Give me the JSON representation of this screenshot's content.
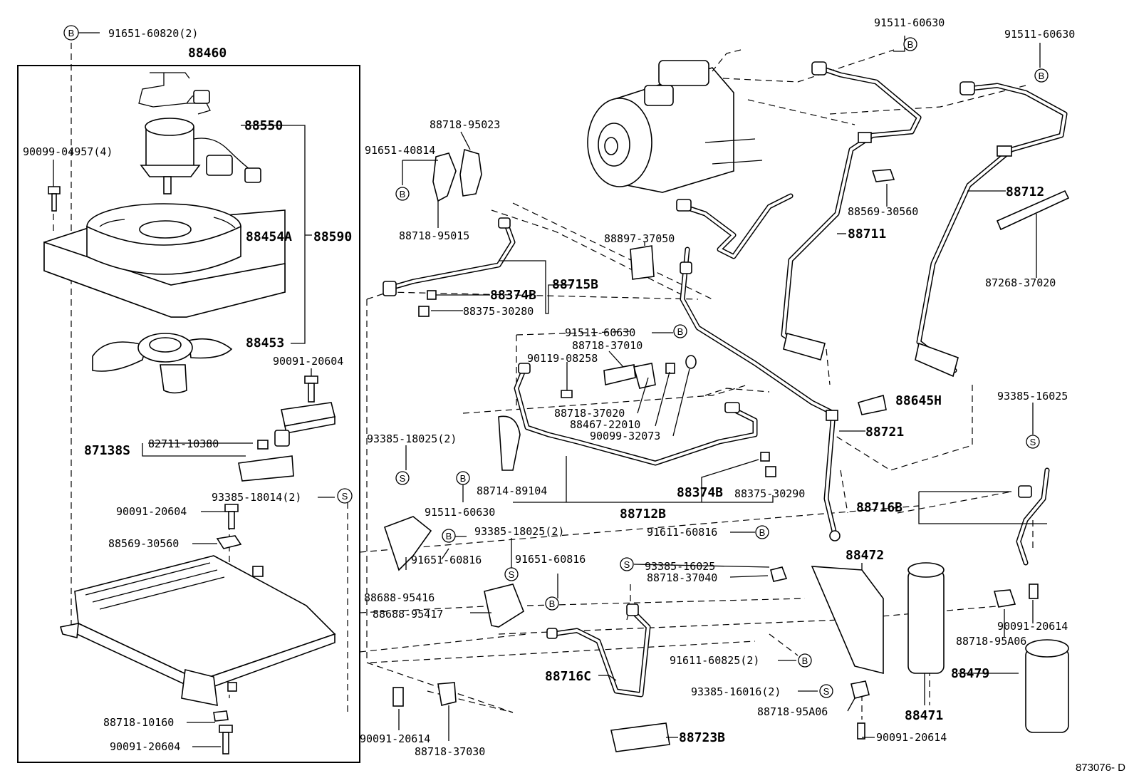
{
  "diagram_ref": "873076- D",
  "markers": {
    "bolt_B": "B",
    "screw_S": "S"
  },
  "labels": {
    "p91651_60820": "91651-60820(2)",
    "p88460": "88460",
    "p88550": "88550",
    "p90099_04957": "90099-04957(4)",
    "p88454A": "88454A",
    "p88590": "88590",
    "p88453": "88453",
    "p90091_20604_a": "90091-20604",
    "p87138S": "87138S",
    "p82711_10380": "82711-10380",
    "p93385_18014": "93385-18014(2)",
    "p90091_20604_b": "90091-20604",
    "p88569_30560_a": "88569-30560",
    "p88718_10160": "88718-10160",
    "p90091_20604_c": "90091-20604",
    "p88718_95023": "88718-95023",
    "p91651_40814": "91651-40814",
    "p88718_95015": "88718-95015",
    "p88374B_a": "88374B",
    "p88715B": "88715B",
    "p88375_30280": "88375-30280",
    "p88897_37050": "88897-37050",
    "p91511_60630_a": "91511-60630",
    "p91511_60630_b": "91511-60630",
    "p88711": "88711",
    "p88712": "88712",
    "p88569_30560_b": "88569-30560",
    "p87268_37020": "87268-37020",
    "p91511_60630_c": "91511-60630",
    "p88718_37010": "88718-37010",
    "p90119_08258": "90119-08258",
    "p88718_37020": "88718-37020",
    "p88467_22010": "88467-22010",
    "p90099_32073": "90099-32073",
    "p88645H": "88645H",
    "p88721": "88721",
    "p93385_16025_a": "93385-16025",
    "p93385_18025_a": "93385-18025(2)",
    "p88714_89104": "88714-89104",
    "p91511_60630_d": "91511-60630",
    "p88374B_b": "88374B",
    "p88375_30290": "88375-30290",
    "p88712B": "88712B",
    "p88716B": "88716B",
    "p93385_18025_b": "93385-18025(2)",
    "p91651_60816_a": "91651-60816",
    "p91651_60816_b": "91651-60816",
    "p88688_95416": "88688-95416",
    "p88688_95417": "88688-95417",
    "p91611_60816": "91611-60816",
    "p93385_16025_b": "93385-16025",
    "p88718_37040": "88718-37040",
    "p88472": "88472",
    "p90091_20614_a": "90091-20614",
    "p88718_95A06_a": "88718-95A06",
    "p88479": "88479",
    "p91611_60825": "91611-60825(2)",
    "p93385_16016": "93385-16016(2)",
    "p88718_95A06_b": "88718-95A06",
    "p88471": "88471",
    "p88716C": "88716C",
    "p90091_20614_b": "90091-20614",
    "p88718_37030": "88718-37030",
    "p90091_20614_c": "90091-20614",
    "p88723B": "88723B"
  }
}
